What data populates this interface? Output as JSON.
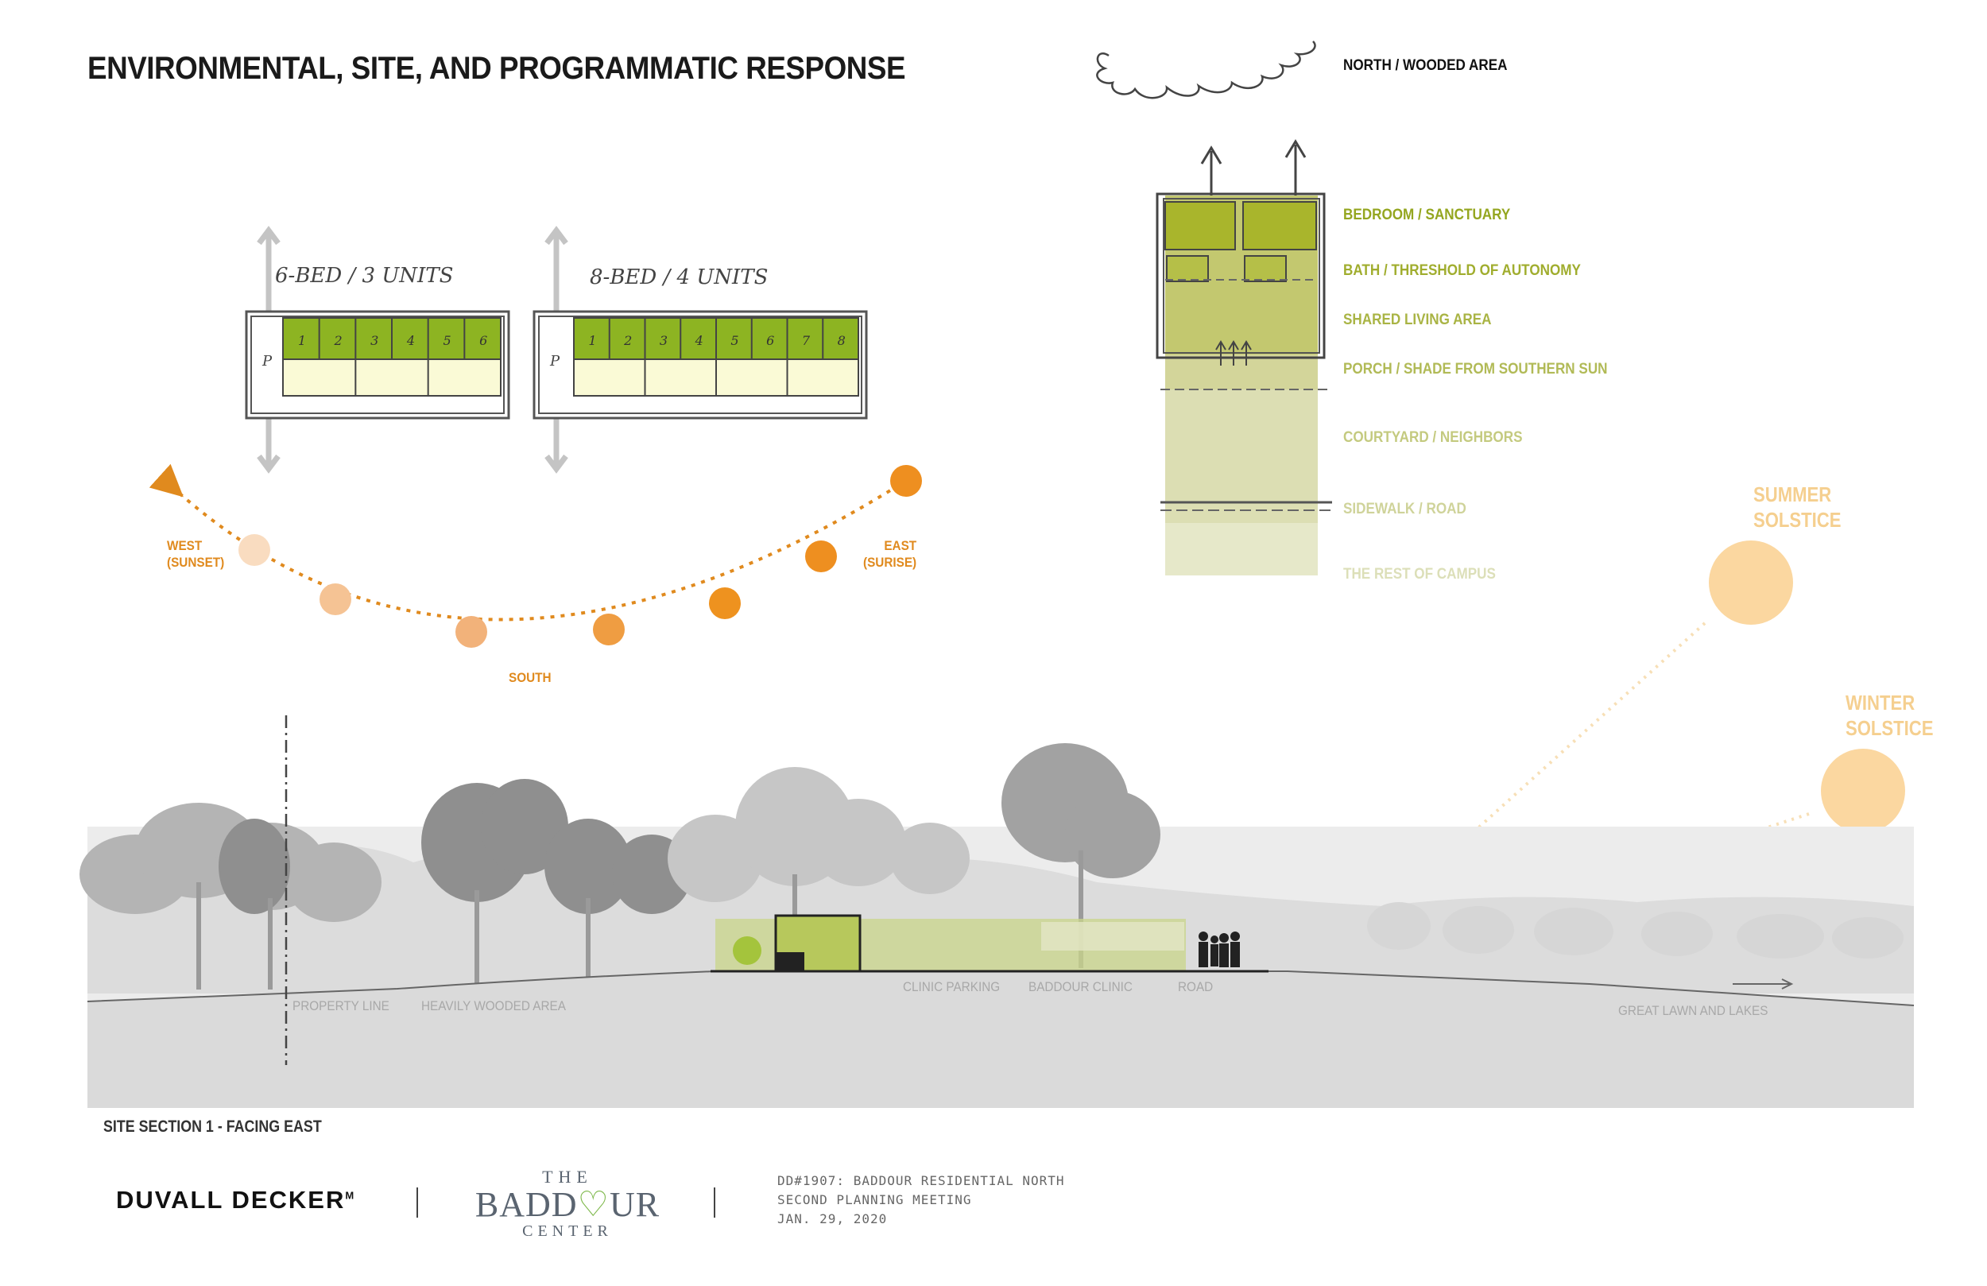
{
  "title": "ENVIRONMENTAL, SITE, AND PROGRAMMATIC RESPONSE",
  "plans": {
    "plan_a": {
      "label": "6-BED / 3 UNITS",
      "porch_mark": "P",
      "units": [
        "1",
        "2",
        "3",
        "4",
        "5",
        "6"
      ]
    },
    "plan_b": {
      "label": "8-BED / 4 UNITS",
      "porch_mark": "P",
      "units": [
        "1",
        "2",
        "3",
        "4",
        "5",
        "6",
        "7",
        "8"
      ]
    }
  },
  "sun_path": {
    "west": "WEST\n(SUNSET)",
    "east": "EAST\n(SURISE)",
    "south": "SOUTH",
    "colors": {
      "light": "#f7d7b4",
      "mid": "#f2b27a",
      "strong": "#ee8f20"
    }
  },
  "zoning": {
    "north": "NORTH / WOODED AREA",
    "layers": [
      {
        "label": "BEDROOM / SANCTUARY",
        "color": "#a9b52c"
      },
      {
        "label": "BATH / THRESHOLD OF AUTONOMY",
        "color": "#b5bf48"
      },
      {
        "label": "SHARED LIVING AREA",
        "color": "#c3c86f"
      },
      {
        "label": "PORCH / SHADE FROM SOUTHERN SUN",
        "color": "#c6ca7a"
      },
      {
        "label": "COURTYARD / NEIGHBORS",
        "color": "#d3d59a"
      },
      {
        "label": "SIDEWALK / ROAD",
        "color": "#dcdeb3"
      },
      {
        "label": "THE REST OF CAMPUS",
        "color": "#e6e8c9"
      }
    ]
  },
  "solstice": {
    "summer": "SUMMER\nSOLSTICE",
    "winter": "WINTER\nSOLSTICE",
    "color": "#fbd7a0"
  },
  "section": {
    "labels": {
      "property_line": "PROPERTY LINE",
      "wooded": "HEAVILY WOODED AREA",
      "clinic_parking": "CLINIC PARKING",
      "baddour_clinic": "BADDOUR CLINIC",
      "road": "ROAD",
      "lawn": "GREAT LAWN AND LAKES"
    },
    "caption": "SITE SECTION 1 - FACING EAST"
  },
  "footer": {
    "firm": "DUVALL DECKER",
    "firm_mark": "M",
    "logo_the": "THE",
    "logo_bad": "BADD",
    "logo_heart": "♡",
    "logo_ur": "UR",
    "logo_center": "CENTER",
    "project_lines": [
      "DD#1907: BADDOUR RESIDENTIAL NORTH",
      "SECOND PLANNING MEETING",
      "JAN. 29, 2020"
    ]
  }
}
